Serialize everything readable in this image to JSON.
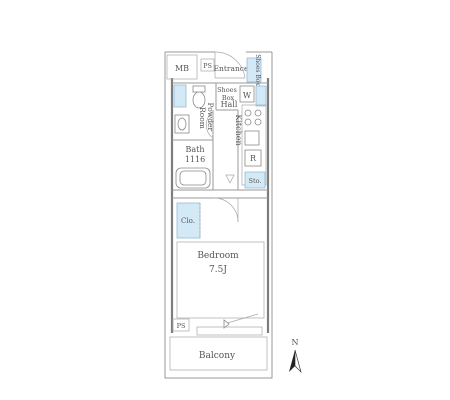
{
  "rooms": {
    "mb": "MB",
    "ps_top": "PS",
    "entrance": "Entrance",
    "shoes_box_top": "Shoes Box",
    "shoes_box_hall": "Shoes\nBox",
    "w": "W",
    "hall": "Hall",
    "powder_room": "Powder\nRoom",
    "kitchen": "Kitchen",
    "r": "R",
    "sto": "Sto.",
    "bath": "Bath",
    "bath_size": "1116",
    "clo": "Clo.",
    "bedroom": "Bedroom",
    "bedroom_size": "7.5J",
    "ps_bottom": "PS",
    "balcony": "Balcony"
  },
  "compass": {
    "label": "N"
  },
  "icons": [
    "toilet-icon",
    "washbasin-icon",
    "sink-icon",
    "stove-icon",
    "bathtub-icon",
    "washing-machine-icon",
    "refrigerator-icon",
    "compass-icon"
  ],
  "colors": {
    "storage_fill": "#d4e9f6",
    "wall": "#7d7d7d"
  }
}
